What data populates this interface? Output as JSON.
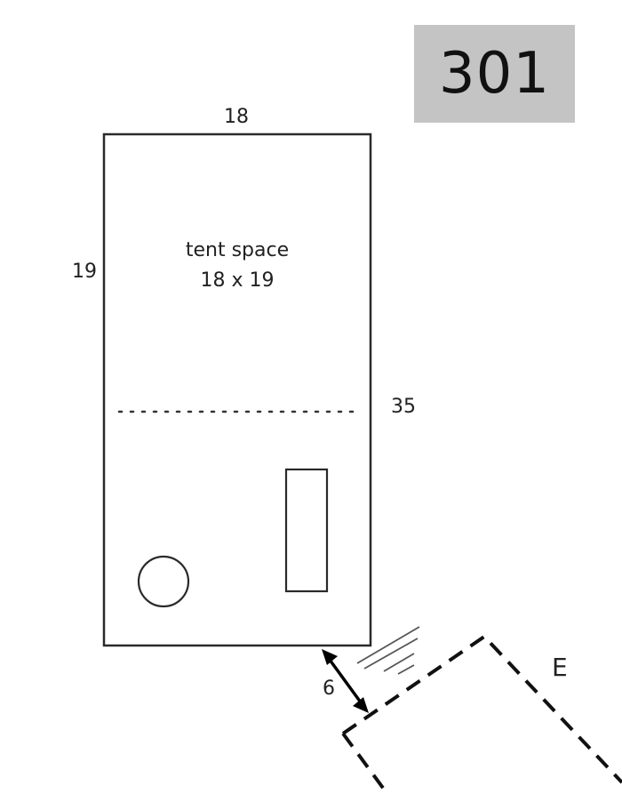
{
  "site": {
    "number": "301"
  },
  "dimensions": {
    "width": "18",
    "tent_depth": "19",
    "total_depth": "35",
    "driveway_gap": "6"
  },
  "tent_space": {
    "title": "tent space",
    "size": "18 x 19"
  },
  "entrance": {
    "label": "E"
  },
  "colors": {
    "badge": "#c4c4c4",
    "ink": "#222222"
  }
}
